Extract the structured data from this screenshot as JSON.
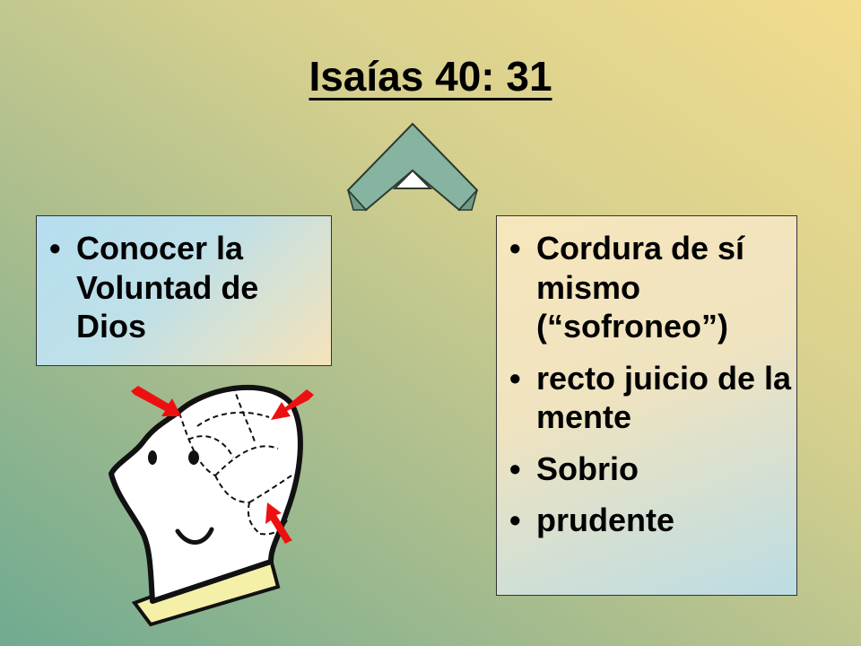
{
  "title": "Isaías 40: 31",
  "left_box": {
    "items": [
      "Conocer la Voluntad de Dios"
    ]
  },
  "right_box": {
    "items": [
      "Cordura de sí mismo (“sofroneo”)",
      "recto juicio de la mente",
      "Sobrio",
      "prudente"
    ]
  },
  "colors": {
    "arrow_fill": "#86b4a0",
    "pointer_arrows": "#ee1010",
    "collar": "#f4f0a8"
  },
  "icons": [
    "split-arrow-icon",
    "head-illustration",
    "pointer-arrow-icon"
  ]
}
